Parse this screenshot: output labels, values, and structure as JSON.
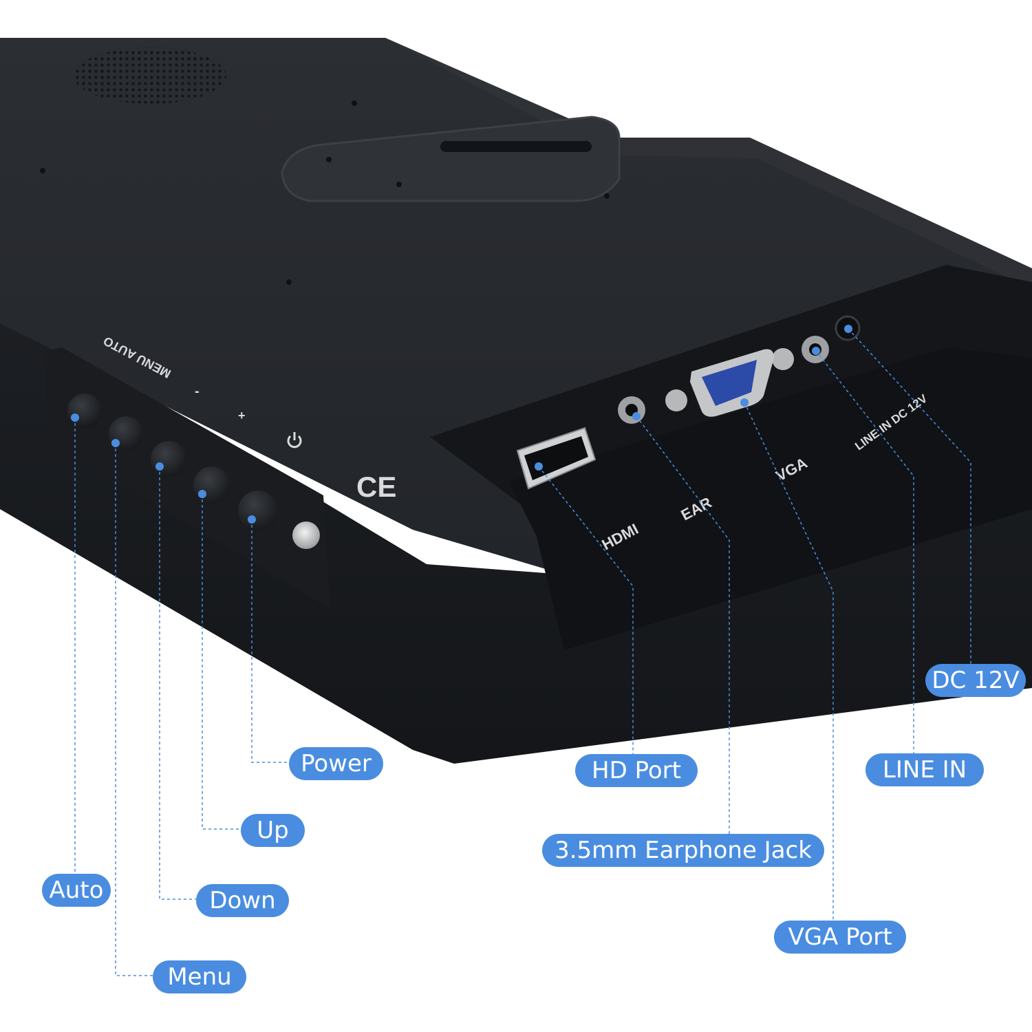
{
  "accent_color": "#4a8de0",
  "device_color": "#1f2227",
  "labels": {
    "auto": "Auto",
    "menu": "Menu",
    "down": "Down",
    "up": "Up",
    "power": "Power",
    "hd_port": "HD Port",
    "earphone": "3.5mm Earphone Jack",
    "vga_port": "VGA Port",
    "line_in": "LINE IN",
    "dc": "DC 12V"
  },
  "device_markings": {
    "menu_auto": "MENU  AUTO",
    "minus": "-",
    "plus": "+",
    "ce_mark": "CE",
    "hdmi": "HDMI",
    "ear": "EAR",
    "vga": "VGA",
    "line_in_dc": "LINE IN DC 12V"
  }
}
